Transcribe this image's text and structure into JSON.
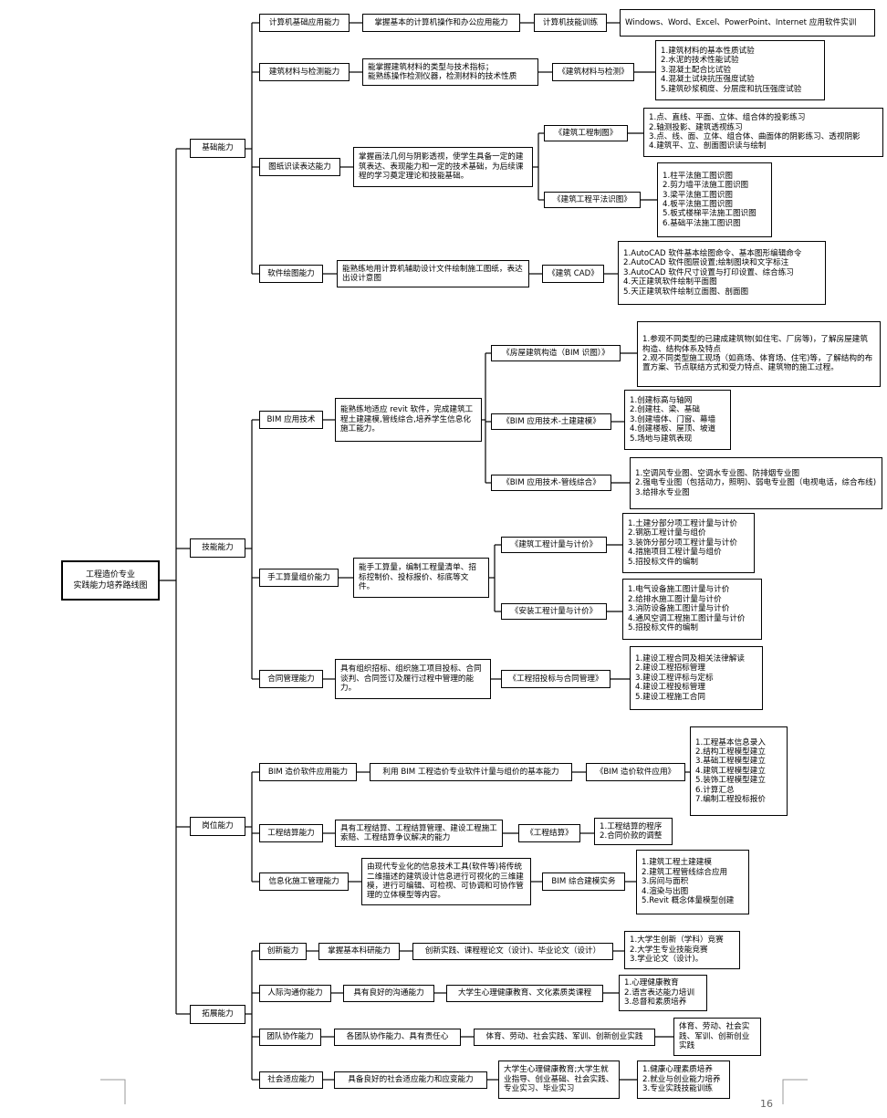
{
  "root": "工程造价专业\n实践能力培养路线图",
  "categories": [
    {
      "label": "基础能力"
    },
    {
      "label": "技能能力"
    },
    {
      "label": "岗位能力"
    },
    {
      "label": "拓展能力"
    }
  ],
  "basic": [
    {
      "name": "计算机基础应用能力",
      "goal": "掌握基本的计算机操作和办公应用能力",
      "course": "计算机技能训练",
      "content": "Windows、Word、Excel、PowerPoint、Internet 应用软件实训"
    },
    {
      "name": "建筑材料与检测能力",
      "goal": "能掌握建筑材料的类型与技术指标；\n能熟练操作检测仪器，检测材料的技术性质",
      "course": "《建筑材料与检测》",
      "content": "1.建筑材料的基本性质试验\n2.水泥的技术性能试验\n3.混凝土配合比试验\n4.混凝土试块抗压强度试验\n5.建筑砂浆稠度、分层度和抗压强度试验"
    },
    {
      "name": "图纸识读表达能力",
      "goal": "掌握画法几何与阴影透视，使学生具备一定的建筑表达、表现能力和一定的技术基础，为后续课程的学习奠定理论和技能基础。",
      "courses": [
        {
          "course": "《建筑工程制图》",
          "content": "1.点、直线、平面、立体、组合体的投影练习\n2.轴测投影、建筑透视练习\n3.点、线、面、立体、组合体、曲面体的阴影练习、透视阴影\n4.建筑平、立、剖面图识读与绘制"
        },
        {
          "course": "《建筑工程平法识图》",
          "content": "1.柱平法施工图识图\n2.剪力墙平法施工图识图\n3.梁平法施工图识图\n4.板平法施工图识图\n5.板式楼梯平法施工图识图\n6.基础平法施工图识图"
        }
      ]
    },
    {
      "name": "软件绘图能力",
      "goal": "能熟练地用计算机辅助设计文件绘制施工图纸，表达出设计意图",
      "course": "《建筑 CAD》",
      "content": "1.AutoCAD 软件基本绘图命令、基本图形编辑命令\n2.AutoCAD 软件图层设置;绘制图块和文字标注\n3.AutoCAD 软件尺寸设置与打印设置、综合练习\n4.天正建筑软件绘制平面图\n5.天正建筑软件绘制立面图、剖面图"
    }
  ],
  "skill": [
    {
      "name": "BIM 应用技术",
      "goal": "能熟练地适应 revit 软件，完成建筑工程土建建模,管线综合,培养学生信息化施工能力。",
      "courses": [
        {
          "course": "《房屋建筑构造（BIM 识图）》",
          "content": "1.参观不同类型的已建成建筑物(如住宅、厂房等)，了解房屋建筑构造、结构体系及特点\n2.观不同类型施工现场（如商场、体育场、住宅)等，了解结构的布置方案、节点联结方式和受力特点、建筑物的施工过程。"
        },
        {
          "course": "《BIM 应用技术-土建建模》",
          "content": "1.创建标高与轴网\n2.创建柱、梁、基础\n3.创建墙体、门窗、幕墙\n4.创建楼板、屋顶、坡道\n5.场地与建筑表现"
        },
        {
          "course": "《BIM 应用技术-管线综合》",
          "content": "1.空调风专业图、空调水专业图、防排烟专业图\n2.强电专业图（包括动力，照明)、弱电专业图（电视电话，综合布线)\n3.给排水专业图"
        }
      ]
    },
    {
      "name": "手工算量组价能力",
      "goal": "能手工算量，编制工程量清单、招标控制价、投标报价、标底等文件。",
      "courses": [
        {
          "course": "《建筑工程计量与计价》",
          "content": "1.土建分部分项工程计量与计价\n2.钢筋工程计量与组价\n3.装饰分部分项工程计量与计价\n4.措施项目工程计量与组价\n5.招投标文件的编制"
        },
        {
          "course": "《安装工程计量与计价》",
          "content": "1.电气设备施工图计量与计价\n2.给排水施工图计量与计价\n3.消防设备施工图计量与计价\n4.通风空调工程施工图计量与计价\n5.招投标文件的编制"
        }
      ]
    },
    {
      "name": "合同管理能力",
      "goal": "具有组织招标、组织施工项目投标、合同谈判、合同签订及履行过程中管理的能力。",
      "course": "《工程招投标与合同管理》",
      "content": "1.建设工程合同及相关法律解读\n2.建设工程招标管理\n3.建设工程评标与定标\n4.建设工程投标管理\n5.建设工程施工合同"
    }
  ],
  "post": [
    {
      "name": "BIM 造价软件应用能力",
      "goal": "利用 BIM 工程造价专业软件计量与组价的基本能力",
      "course": "《BIM 造价软件应用》",
      "content": "1.工程基本信息录入\n2.结构工程模型建立\n3.基础工程模型建立\n4.建筑工程模型建立\n5.装饰工程模型建立\n6.计算汇总\n7.编制工程投标报价"
    },
    {
      "name": "工程结算能力",
      "goal": "具有工程结算、工程结算管理、建设工程施工索赔、工程结算争议解决的能力",
      "course": "《工程结算》",
      "content": "1.工程结算的程序\n2.合同价款的调整"
    },
    {
      "name": "信息化施工管理能力",
      "goal": "由现代专业化的信息技术工具(软件等)将传统二维描述的建筑设计信息进行可视化的三维建模，进行可编辑、可检视、可协调和可协作管理的立体模型等内容。",
      "course": "BIM 综合建模实务",
      "content": "1.建筑工程土建建模\n2.建筑工程管线综合应用\n3.房间与面积\n4.渲染与出图\n5.Revit 概念体量模型创建"
    }
  ],
  "ext": [
    {
      "name": "创新能力",
      "goal": "掌握基本科研能力",
      "course": "创新实践、课程程论文（设计)、毕业论文（设计）",
      "content": "1.大学生创新（学科）竞赛\n2.大学生专业技能竞赛\n3.学业论文（设计)。"
    },
    {
      "name": "人际沟通你能力",
      "goal": "具有良好的沟通能力",
      "course": "大学生心理健康教育、文化素质类课程",
      "content": "1.心理健康教育\n2.语言表达能力培训\n3.总督和素质培养"
    },
    {
      "name": "团队协作能力",
      "goal": "各团队协作能力、具有责任心",
      "course": "体育、劳动、社会实践、军训、创新创业实践",
      "content": "体育、劳动、社会实践、军训、创新创业实践"
    },
    {
      "name": "社会适应能力",
      "goal": "具备良好的社会适应能力和应变能力",
      "course": "大学生心理健康教育;大学生就业指导、创业基础、社会实践、专业实习、毕业实习",
      "content": "1.健康心理素质培养\n2.就业与创业能力培养\n3.专业实践技能训练"
    }
  ],
  "page_number": "16"
}
